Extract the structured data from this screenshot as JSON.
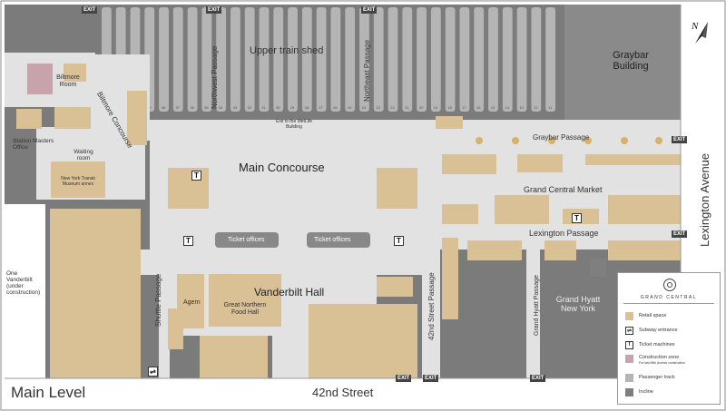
{
  "map": {
    "title": "Main Level",
    "street_bottom": "42nd Street",
    "street_right": "Lexington Avenue",
    "brand": "GRAND CENTRAL",
    "labels": {
      "upper_train_shed": "Upper train shed",
      "northwest_passage": "Northwest Passage",
      "northeast_passage": "Northeast Passage",
      "graybar_building": "Graybar Building",
      "biltmore_room": "Biltmore Room",
      "biltmore_concourse": "Biltmore Concourse",
      "station_masters_office": "Station Masters Office",
      "waiting_room": "Waiting room",
      "ny_transit_museum": "New York Transit Museum annex",
      "exit_metlife": "Exit to the MetLife Building",
      "main_concourse": "Main Concourse",
      "graybar_passage": "Graybar Passage",
      "grand_central_market": "Grand Central Market",
      "lexington_passage": "Lexington Passage",
      "ticket_offices_left": "Ticket offices",
      "ticket_offices_right": "Ticket offices",
      "one_vanderbilt": "One Vanderbilt (under construction)",
      "shuttle_passage": "Shuttle Passage",
      "agern": "Agern",
      "vanderbilt_hall": "Vanderbilt Hall",
      "great_northern_food_hall": "Great Northern Food Hall",
      "street_42nd_passage": "42nd Street Passage",
      "grand_hyatt_passage": "Grand Hyatt Passage",
      "grand_hyatt": "Grand Hyatt New York",
      "exit": "EXIT"
    },
    "track_numbers": [
      "41",
      "42",
      "40",
      "39",
      "38",
      "37",
      "36",
      "35",
      "34",
      "33",
      "32",
      "31",
      "30",
      "29",
      "28",
      "27",
      "26",
      "25",
      "24",
      "23",
      "22",
      "21",
      "20",
      "19",
      "18",
      "17",
      "16",
      "15",
      "14",
      "13",
      "12",
      "11"
    ],
    "legend": [
      {
        "key": "retail",
        "label": "Retail space",
        "color": "#d9c095"
      },
      {
        "key": "subway",
        "label": "Subway entrance",
        "color": "#ffffff"
      },
      {
        "key": "ticket",
        "label": "Ticket machines",
        "color": "#ffffff"
      },
      {
        "key": "construction",
        "label": "Construction zone",
        "color": "#c9a3ab",
        "note": "For last Mile Access construction"
      },
      {
        "key": "track",
        "label": "Passenger track",
        "color": "#b5b5b5"
      },
      {
        "key": "incline",
        "label": "Incline",
        "color": "#7f7f7f"
      }
    ],
    "colors": {
      "outside": "#ffffff",
      "building": "#7b7b7b",
      "floor": "#e2e2e2",
      "retail": "#d9c095",
      "track": "#b5b5b5",
      "construction": "#c9a3ab",
      "dark": "#555555",
      "dot": "#d8b070"
    }
  }
}
